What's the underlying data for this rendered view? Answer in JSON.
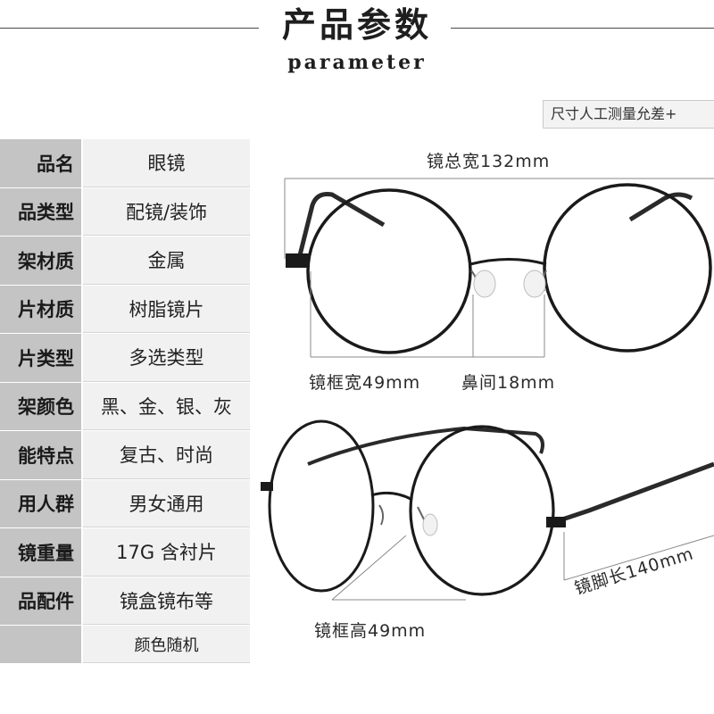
{
  "header": {
    "title_cn": "产品参数",
    "title_en": "parameter"
  },
  "note": "尺寸人工测量允差+",
  "specs": [
    {
      "key": "品名",
      "value": "眼镜"
    },
    {
      "key": "品类型",
      "value": "配镜/装饰"
    },
    {
      "key": "架材质",
      "value": "金属"
    },
    {
      "key": "片材质",
      "value": "树脂镜片"
    },
    {
      "key": "片类型",
      "value": "多选类型"
    },
    {
      "key": "架颜色",
      "value": "黑、金、银、灰"
    },
    {
      "key": "能特点",
      "value": "复古、时尚"
    },
    {
      "key": "用人群",
      "value": "男女通用"
    },
    {
      "key": "镜重量",
      "value": "17G 含衬片"
    },
    {
      "key": "品配件",
      "value": "镜盒镜布等"
    },
    {
      "key": "",
      "value": "颜色随机"
    }
  ],
  "dimensions": {
    "total_width": "镜总宽132mm",
    "frame_width": "镜框宽49mm",
    "bridge": "鼻间18mm",
    "frame_height": "镜框高49mm",
    "temple_length": "镜脚长140mm"
  },
  "colors": {
    "key_bg": "#c4c4c4",
    "value_bg": "#f1f1f1",
    "frame": "#1a1a1a"
  }
}
